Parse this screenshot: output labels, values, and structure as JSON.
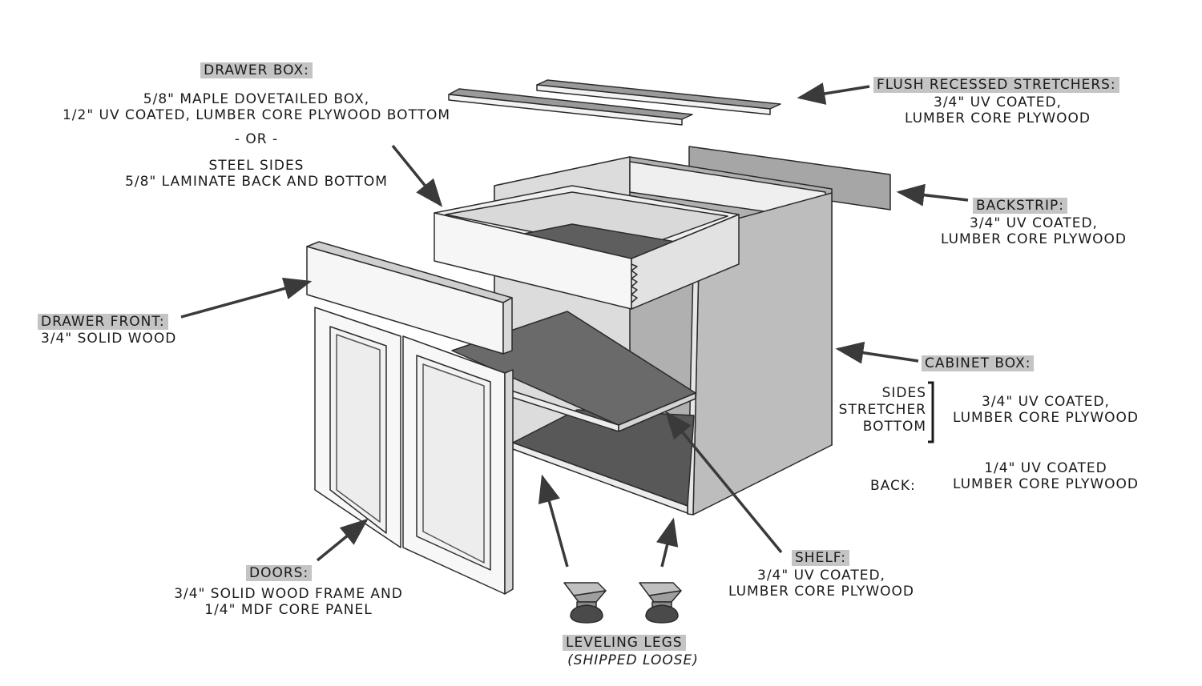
{
  "labels": {
    "drawer_box": {
      "heading": "Drawer Box:",
      "line1": "5/8\" maple dovetailed box,",
      "line2": "1/2\" UV coated, lumber core plywood bottom",
      "or": "- or -",
      "line3": "steel sides",
      "line4": "5/8\" laminate back and bottom"
    },
    "flush_stretchers": {
      "heading": "Flush Recessed Stretchers:",
      "line1": "3/4\" UV coated,",
      "line2": "lumber core plywood"
    },
    "backstrip": {
      "heading": "Backstrip:",
      "line1": "3/4\" UV coated,",
      "line2": "lumber core plywood"
    },
    "drawer_front": {
      "heading": "Drawer Front:",
      "line1": "3/4\" solid wood"
    },
    "cabinet_box": {
      "heading": "Cabinet Box:",
      "parts": [
        "Sides",
        "Stretcher",
        "Bottom"
      ],
      "parts_line1": "3/4\" UV coated,",
      "parts_line2": "lumber core plywood",
      "back_label": "Back:",
      "back_line1": "1/4\" UV coated",
      "back_line2": "lumber core plywood"
    },
    "shelf": {
      "heading": "Shelf:",
      "line1": "3/4\" UV coated,",
      "line2": "lumber core plywood"
    },
    "doors": {
      "heading": "Doors:",
      "line1": "3/4\" solid wood frame and",
      "line2": "1/4\" MDF core panel"
    },
    "leveling_legs": {
      "heading": "Leveling Legs",
      "note": "(shipped loose)"
    }
  },
  "colors": {
    "heading_bg": "#c4c4c4",
    "panel_light": "#f4f4f4",
    "panel_mid": "#c2c2c2",
    "panel_dark": "#5e5e5e",
    "outline": "#2b2b2b"
  }
}
